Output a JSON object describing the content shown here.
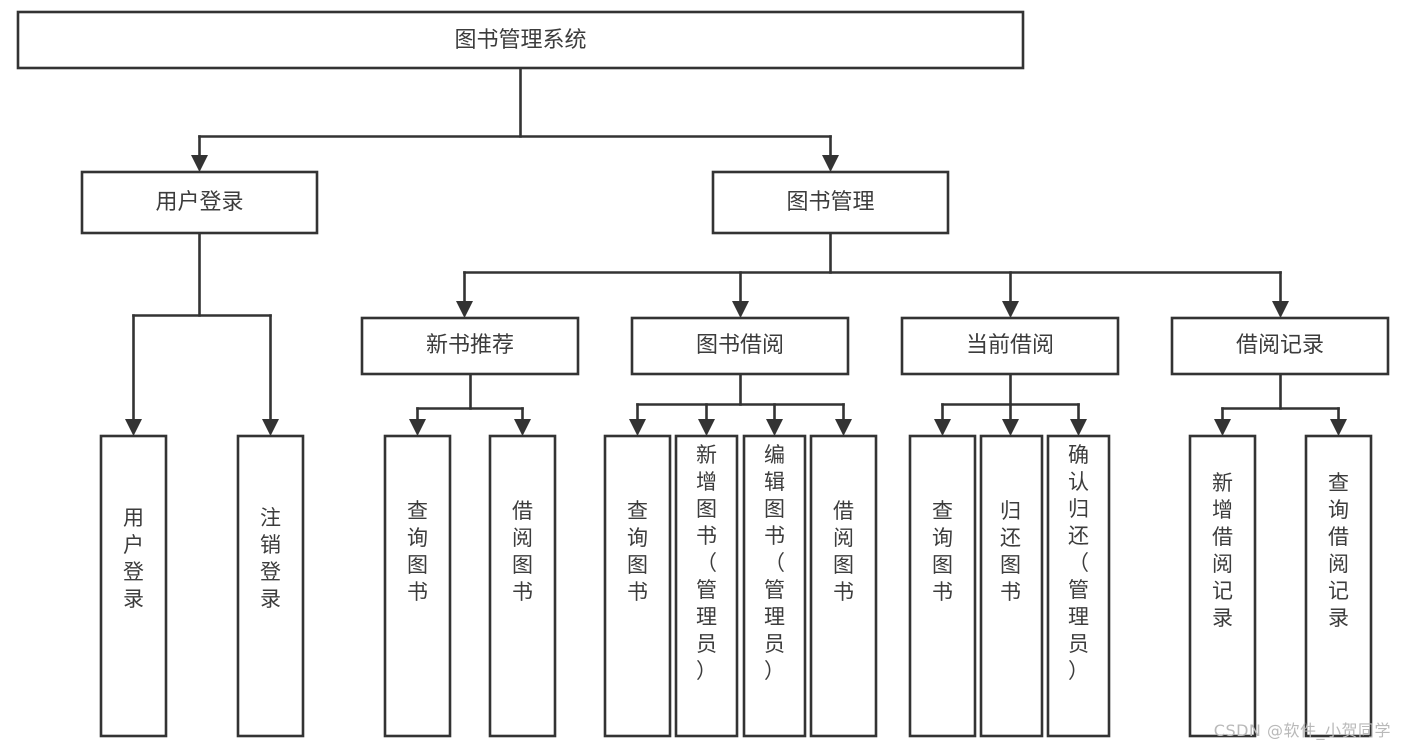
{
  "diagram": {
    "type": "tree",
    "title": "图书管理系统",
    "watermark": "CSDN @软件_小贺同学",
    "root": {
      "id": "root",
      "label": "图书管理系统"
    },
    "level2": [
      {
        "id": "user-login",
        "label": "用户登录"
      },
      {
        "id": "book-manage",
        "label": "图书管理"
      }
    ],
    "level3": [
      {
        "id": "new-book-recommend",
        "label": "新书推荐",
        "parent": "book-manage"
      },
      {
        "id": "book-borrow",
        "label": "图书借阅",
        "parent": "book-manage"
      },
      {
        "id": "current-borrow",
        "label": "当前借阅",
        "parent": "book-manage"
      },
      {
        "id": "borrow-record",
        "label": "借阅记录",
        "parent": "book-manage"
      }
    ],
    "leaves": [
      {
        "id": "leaf-user-login",
        "label": "用户登录",
        "parent": "user-login"
      },
      {
        "id": "leaf-user-logout",
        "label": "注销登录",
        "parent": "user-login"
      },
      {
        "id": "leaf-query-book-1",
        "label": "查询图书",
        "parent": "new-book-recommend"
      },
      {
        "id": "leaf-borrow-book-1",
        "label": "借阅图书",
        "parent": "new-book-recommend"
      },
      {
        "id": "leaf-query-book-2",
        "label": "查询图书",
        "parent": "book-borrow"
      },
      {
        "id": "leaf-add-book",
        "label": "新增图书（管理员）",
        "parent": "book-borrow"
      },
      {
        "id": "leaf-edit-book",
        "label": "编辑图书（管理员）",
        "parent": "book-borrow"
      },
      {
        "id": "leaf-borrow-book-2",
        "label": "借阅图书",
        "parent": "book-borrow"
      },
      {
        "id": "leaf-query-book-3",
        "label": "查询图书",
        "parent": "current-borrow"
      },
      {
        "id": "leaf-return-book",
        "label": "归还图书",
        "parent": "current-borrow"
      },
      {
        "id": "leaf-confirm-return",
        "label": "确认归还（管理员）",
        "parent": "current-borrow"
      },
      {
        "id": "leaf-add-record",
        "label": "新增借阅记录",
        "parent": "borrow-record"
      },
      {
        "id": "leaf-query-record",
        "label": "查询借阅记录",
        "parent": "borrow-record"
      }
    ],
    "colors": {
      "stroke": "#333333",
      "fill": "#ffffff",
      "text": "#3c3c3c",
      "watermark": "#b9b9b9"
    }
  }
}
